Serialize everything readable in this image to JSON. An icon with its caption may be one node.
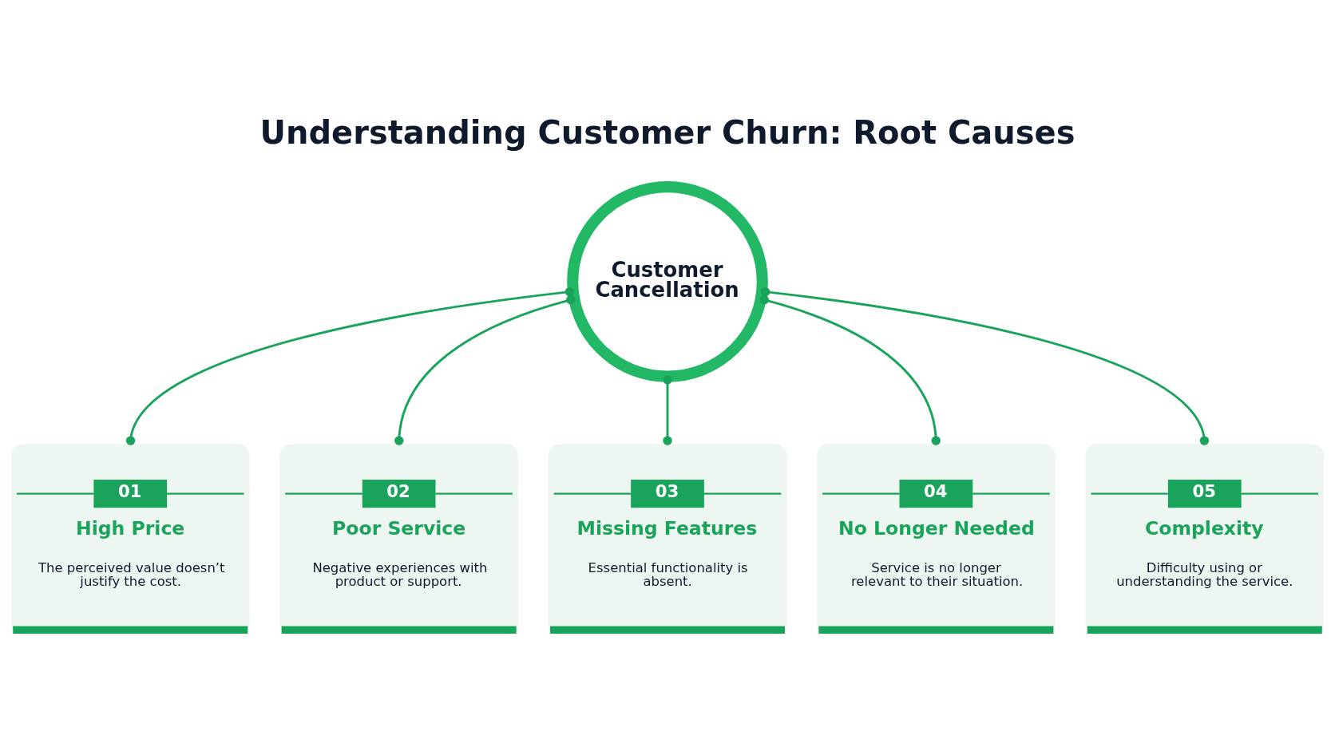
{
  "diagram": {
    "title": "Understanding Customer Churn: Root Causes",
    "nodes": [
      {
        "text": [
          "Customer Cancellation"
        ]
      },
      {
        "text": [
          "01",
          "High Price",
          "The perceived value doesn’t justify the cost."
        ]
      },
      {
        "text": [
          "02",
          "Poor Service",
          "Negative experiences with product or support."
        ]
      },
      {
        "text": [
          "03",
          "Missing Features",
          "Essential functionality is absent."
        ]
      },
      {
        "text": [
          "04",
          "No Longer Needed",
          "Service is no longer relevant to their situation."
        ]
      },
      {
        "text": [
          "05",
          "Complexity",
          "Difficulty using or understanding the service."
        ]
      }
    ],
    "edges": [
      {
        "from": 0,
        "to": 1,
        "arrow": "other"
      },
      {
        "from": 0,
        "to": 2,
        "arrow": "other"
      },
      {
        "from": 0,
        "to": 3,
        "arrow": "other"
      },
      {
        "from": 0,
        "to": 4,
        "arrow": "other"
      },
      {
        "from": 0,
        "to": 5,
        "arrow": "other"
      }
    ]
  }
}
